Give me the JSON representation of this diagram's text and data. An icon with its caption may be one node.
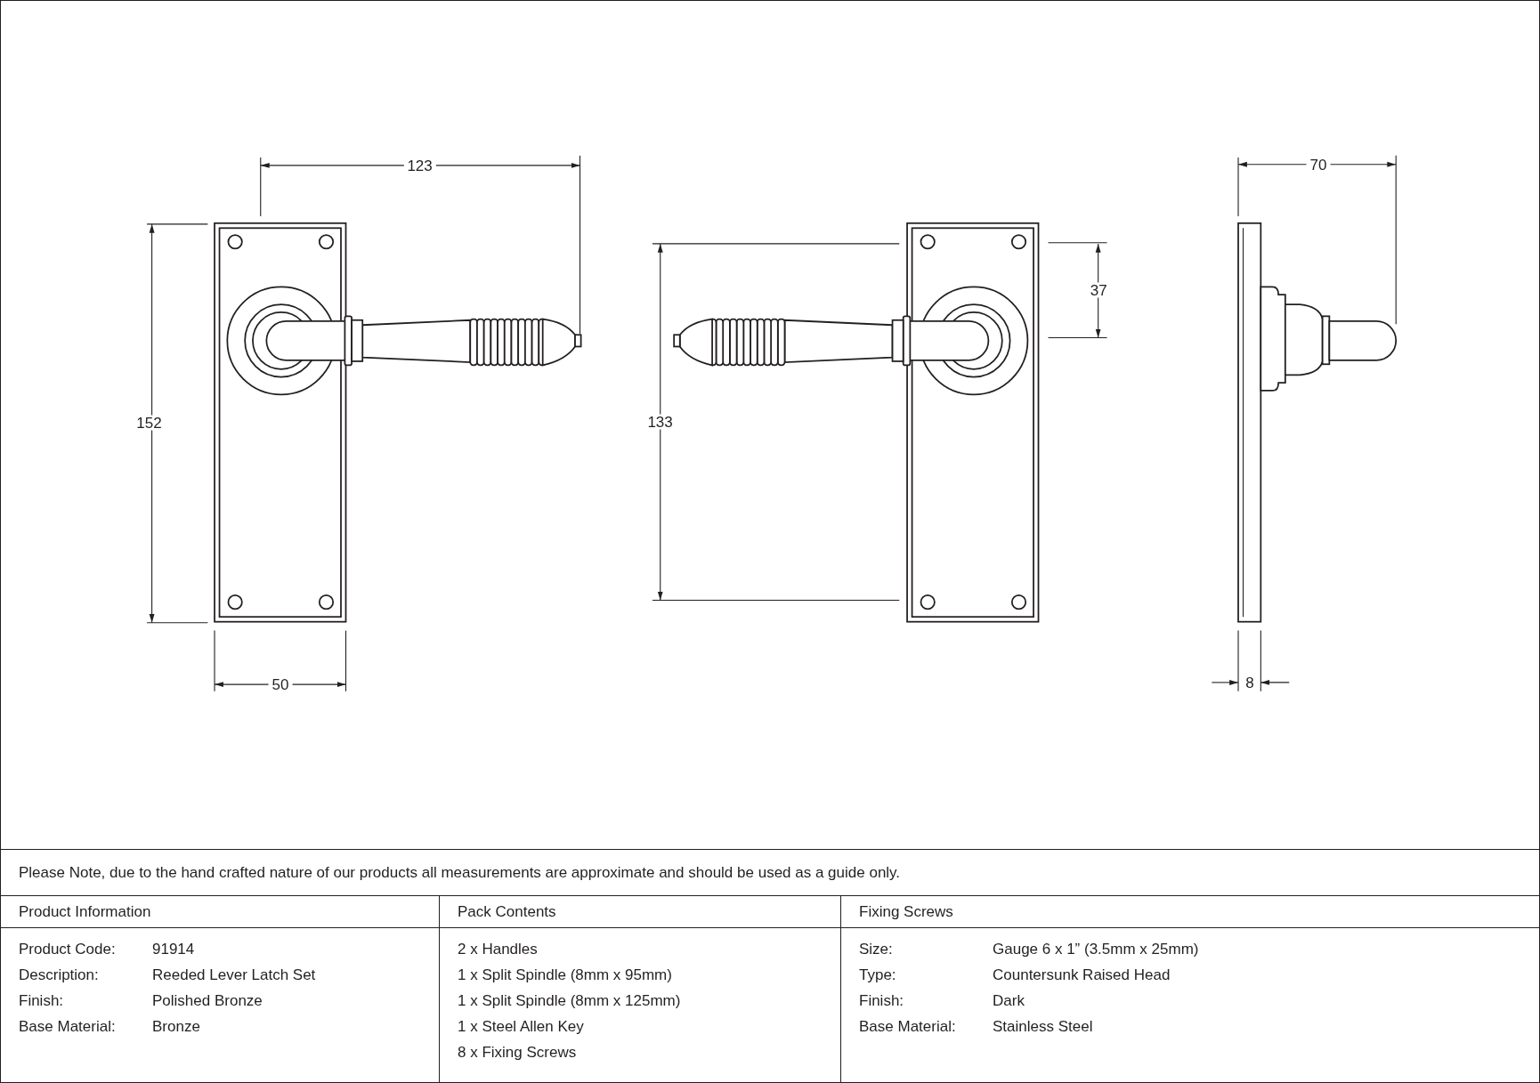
{
  "diagram": {
    "labels": [
      "123",
      "152",
      "50",
      "133",
      "37",
      "70",
      "8",
      "Please Note, due to the hand crafted nature of our products all measurements are approximate and should be used as a guide only.",
      "Product Information",
      "Pack Contents",
      "Fixing Screws",
      "Product Code:",
      "91914",
      "Description:",
      "Reeded Lever Latch Set",
      "Finish:",
      "Polished Bronze",
      "Base Material:",
      "Bronze",
      "2 x Handles",
      "1 x Split Spindle (8mm x 95mm)",
      "1 x Split Spindle (8mm x 125mm)",
      "1 x Steel Allen Key",
      "8 x Fixing Screws",
      "Size:",
      "Gauge 6 x 1” (3.5mm x 25mm)",
      "Type:",
      "Countersunk Raised Head",
      "Finish:",
      "Dark",
      "Base Material:",
      "Stainless Steel"
    ]
  }
}
